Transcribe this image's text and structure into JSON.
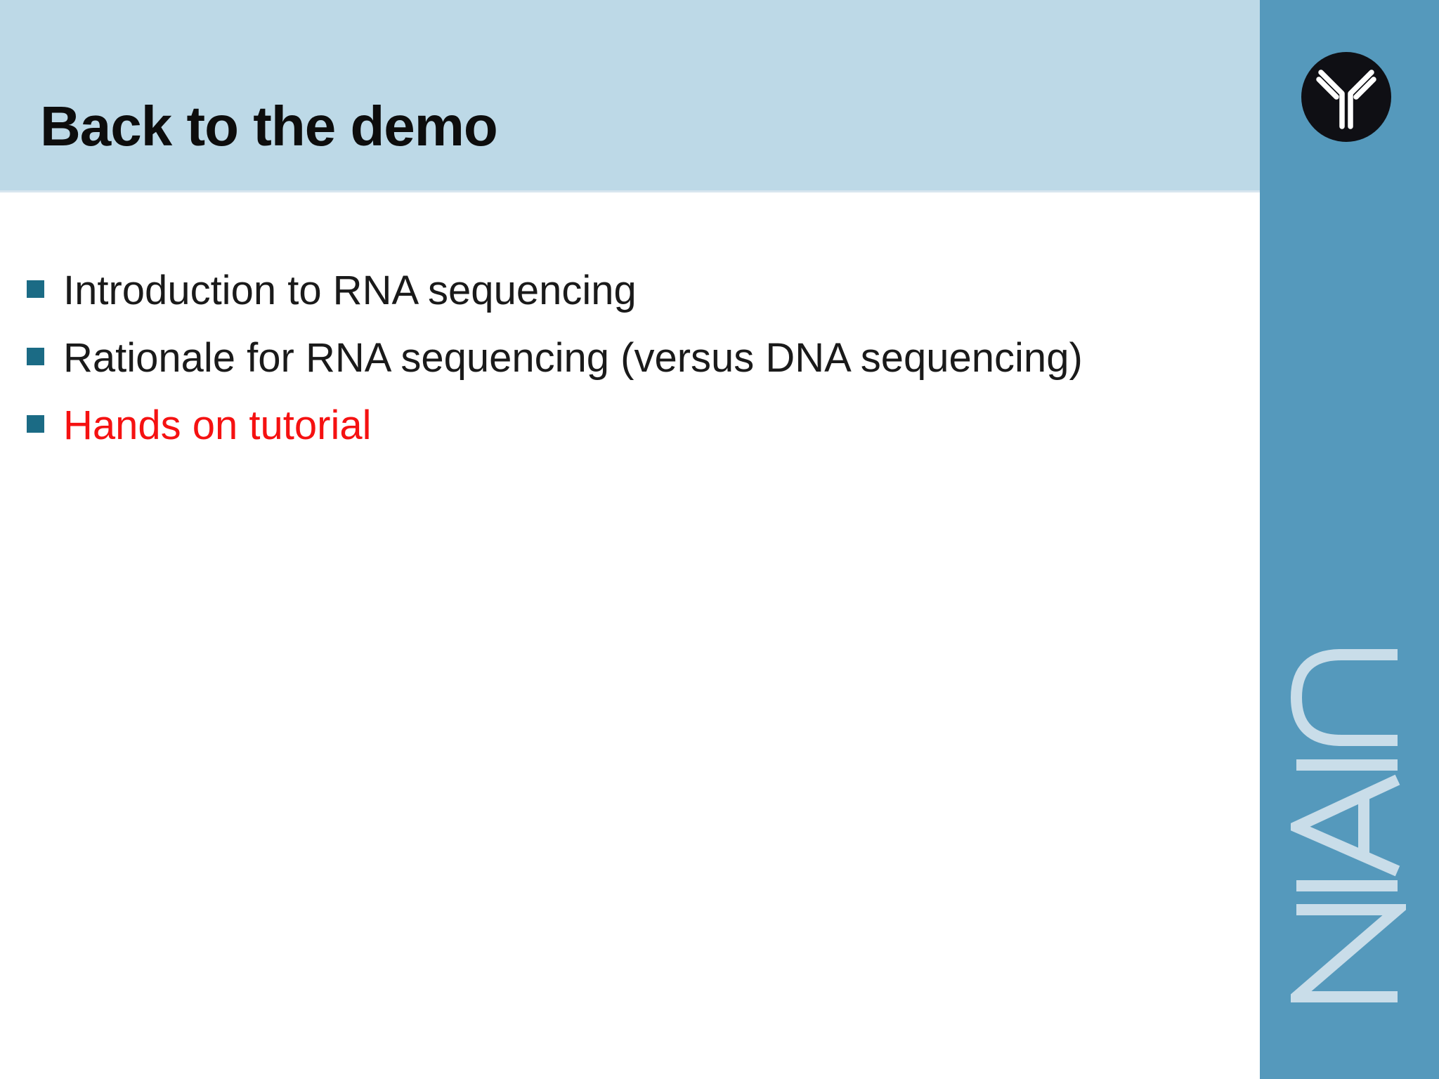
{
  "slide": {
    "title": "Back to the demo",
    "bullets": [
      {
        "text": "Introduction to RNA sequencing",
        "color": "#1a1a1a"
      },
      {
        "text": "Rationale for RNA sequencing (versus DNA sequencing)",
        "color": "#1a1a1a"
      },
      {
        "text": "Hands on tutorial",
        "color": "#f51111"
      }
    ]
  },
  "sidebar": {
    "wordmark": "NIAID",
    "icon": "antibody-icon"
  },
  "colors": {
    "header_band": "#bdd9e7",
    "sidebar": "#5599bc",
    "bullet_marker": "#1b6b85",
    "emphasis_text": "#f51111",
    "body_text": "#1a1a1a",
    "title_text": "#0d0d0d",
    "wordmark_text": "#c9dde9",
    "icon_badge": "#0f0f14"
  }
}
